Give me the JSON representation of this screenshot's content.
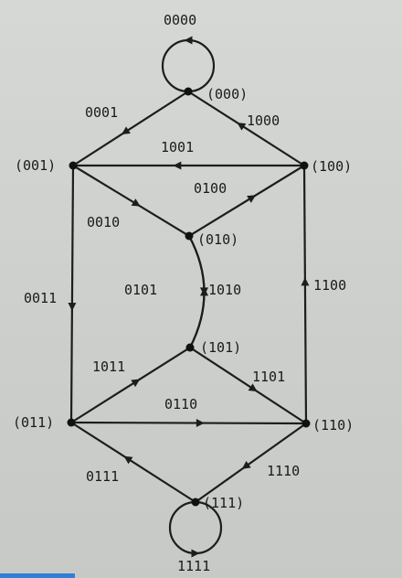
{
  "nodes": [
    {
      "id": "000",
      "label": "(000)"
    },
    {
      "id": "001",
      "label": "(001)"
    },
    {
      "id": "100",
      "label": "(100)"
    },
    {
      "id": "010",
      "label": "(010)"
    },
    {
      "id": "101",
      "label": "(101)"
    },
    {
      "id": "011",
      "label": "(011)"
    },
    {
      "id": "110",
      "label": "(110)"
    },
    {
      "id": "111",
      "label": "(111)"
    }
  ],
  "edges": [
    {
      "from": "000",
      "to": "000",
      "label": "0000"
    },
    {
      "from": "000",
      "to": "001",
      "label": "0001"
    },
    {
      "from": "100",
      "to": "000",
      "label": "1000"
    },
    {
      "from": "100",
      "to": "001",
      "label": "1001"
    },
    {
      "from": "001",
      "to": "010",
      "label": "0010"
    },
    {
      "from": "010",
      "to": "100",
      "label": "0100"
    },
    {
      "from": "001",
      "to": "011",
      "label": "0011"
    },
    {
      "from": "110",
      "to": "100",
      "label": "1100"
    },
    {
      "from": "010",
      "to": "101",
      "label": "0101"
    },
    {
      "from": "101",
      "to": "010",
      "label": "1010"
    },
    {
      "from": "011",
      "to": "101",
      "label": "1011"
    },
    {
      "from": "101",
      "to": "110",
      "label": "1101"
    },
    {
      "from": "011",
      "to": "110",
      "label": "0110"
    },
    {
      "from": "111",
      "to": "011",
      "label": "0111"
    },
    {
      "from": "110",
      "to": "111",
      "label": "1110"
    },
    {
      "from": "111",
      "to": "111",
      "label": "1111"
    }
  ]
}
